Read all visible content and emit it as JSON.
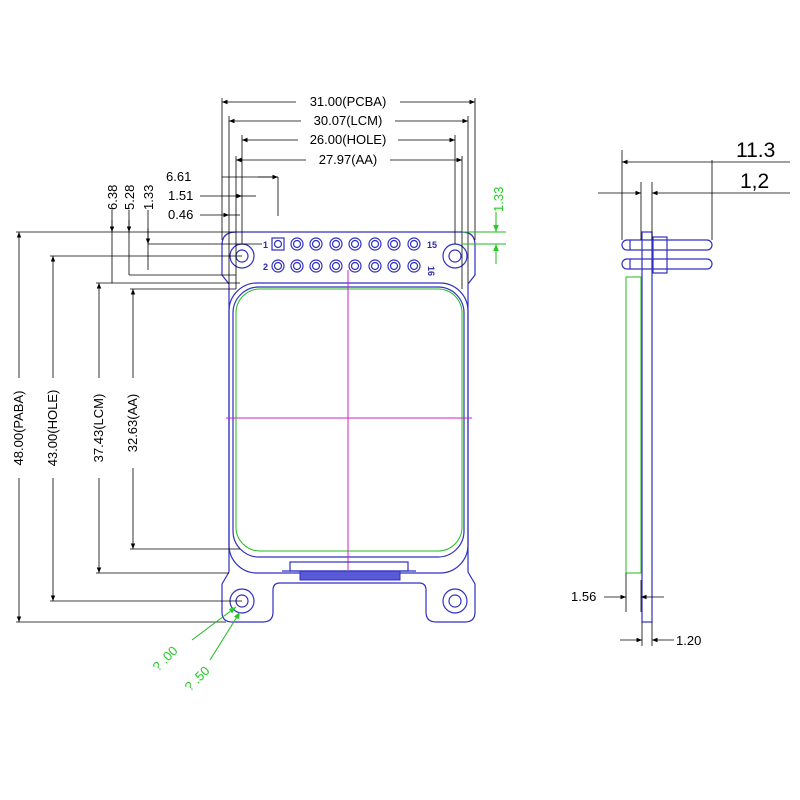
{
  "front_view": {
    "dim_pcba_width": "31.00(PCBA)",
    "dim_lcm_width": "30.07(LCM)",
    "dim_hole_width": "26.00(HOLE)",
    "dim_aa_width": "27.97(AA)",
    "dim_6_61": "6.61",
    "dim_1_51": "1.51",
    "dim_0_46": "0.46",
    "dim_6_38": "6.38",
    "dim_5_28": "5.28",
    "dim_1_33_left": "1.33",
    "dim_1_33_right": "1.33",
    "dim_pcba_height": "48.00(PABA)",
    "dim_hole_height": "43.00(HOLE)",
    "dim_lcm_height": "37.43(LCM)",
    "dim_aa_height": "32.63(AA)",
    "hole_dia_1": "? .00",
    "hole_dia_2": "? .50",
    "pin_1": "1",
    "pin_2": "2",
    "pin_15": "15",
    "pin_16": "16"
  },
  "side_view": {
    "dim_11_3": "11.3",
    "dim_1_2": "1,2",
    "dim_1_56": "1.56",
    "dim_1_20": "1.20"
  },
  "colors": {
    "outline": "#3030c0",
    "dimension": "#000000",
    "display_area": "#22bb22",
    "centerline": "#d020d0",
    "leader_green": "#22cc22"
  }
}
